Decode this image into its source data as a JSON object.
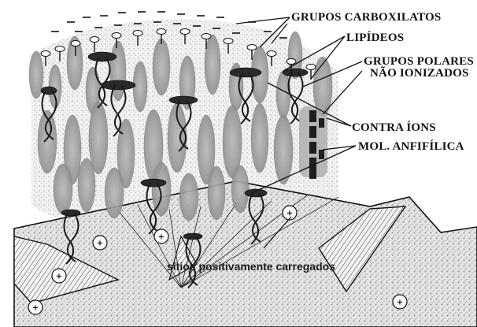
{
  "labels": {
    "carboxylates": "GRUPOS CARBOXILATOS",
    "lipids": "LIPÍDEOS",
    "polar_groups_line1": "GRUPOS POLARES",
    "polar_groups_line2": "NÃO IONIZADOS",
    "counter_ions": "CONTRA ÍONS",
    "amphiphilic": "MOL. ANFIFÍLICA",
    "positive_sites": "sítios positivamente carregados"
  },
  "symbols": {
    "positive_charge": "+",
    "negative_charge": "−"
  },
  "colors": {
    "lipid_gray": "#9a9a9a",
    "head_dark": "#2a2a2a",
    "substrate_speckle": "#bdbdbd",
    "outline": "#111111"
  }
}
